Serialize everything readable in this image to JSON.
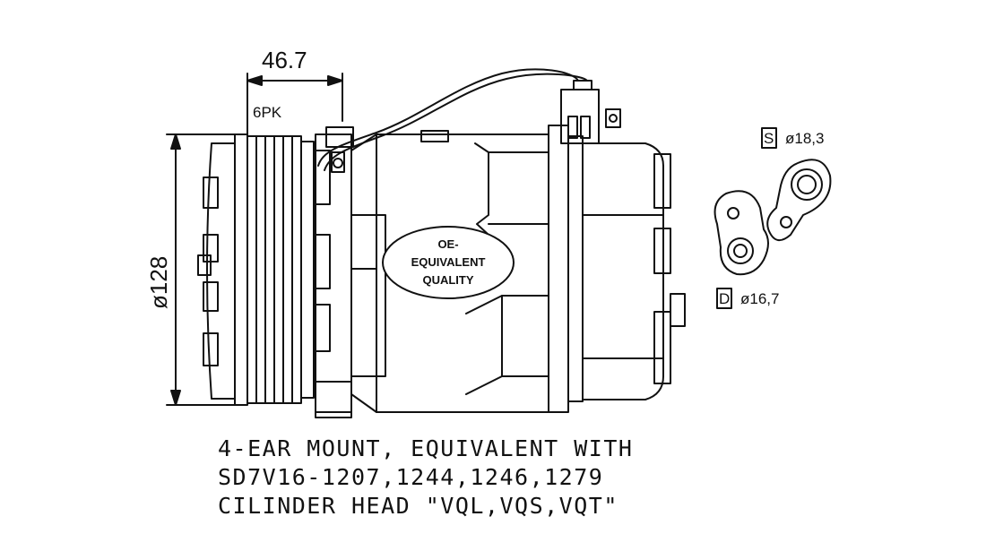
{
  "dimensions": {
    "pulley_width": "46.7",
    "belt_type": "6PK",
    "pulley_diameter": "ø128"
  },
  "ports": {
    "suction": {
      "letter": "S",
      "diameter": "ø18,3"
    },
    "discharge": {
      "letter": "D",
      "diameter": "ø16,7"
    }
  },
  "badge": {
    "line1": "OE-",
    "line2": "EQUIVALENT",
    "line3": "QUALITY"
  },
  "caption": {
    "line1": "4-EAR MOUNT, EQUIVALENT WITH",
    "line2": "SD7V16-1207,1244,1246,1279",
    "line3": "CILINDER HEAD \"VQL,VQS,VQT\""
  }
}
